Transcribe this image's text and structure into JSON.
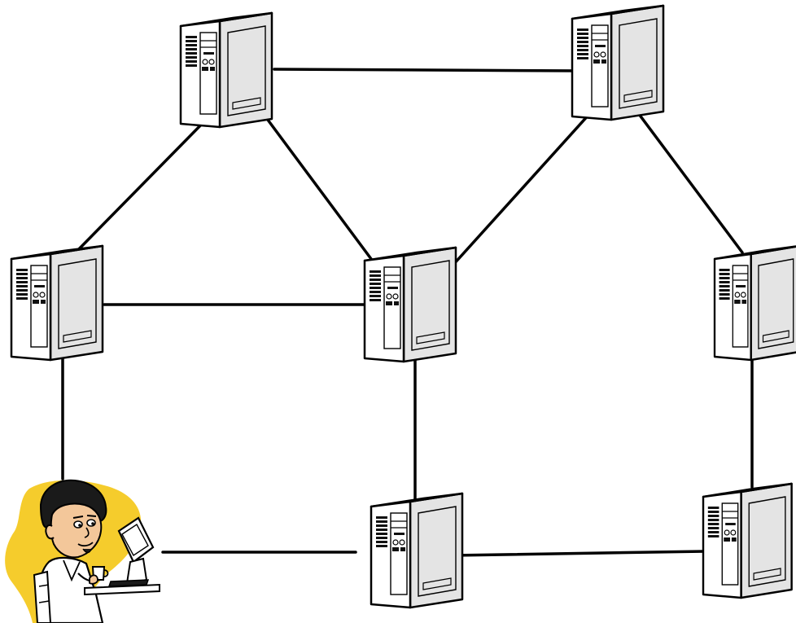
{
  "diagram": {
    "type": "network",
    "nodes": [
      {
        "id": "server-top-left",
        "kind": "server"
      },
      {
        "id": "server-top-right",
        "kind": "server"
      },
      {
        "id": "server-mid-left",
        "kind": "server"
      },
      {
        "id": "server-mid-center",
        "kind": "server"
      },
      {
        "id": "server-mid-right",
        "kind": "server"
      },
      {
        "id": "server-bottom-center",
        "kind": "server"
      },
      {
        "id": "server-bottom-right",
        "kind": "server"
      },
      {
        "id": "user-workstation",
        "kind": "user"
      }
    ],
    "edges": [
      [
        "server-top-left",
        "server-top-right"
      ],
      [
        "server-top-left",
        "server-mid-left"
      ],
      [
        "server-top-left",
        "server-mid-center"
      ],
      [
        "server-top-right",
        "server-mid-center"
      ],
      [
        "server-top-right",
        "server-mid-right"
      ],
      [
        "server-mid-left",
        "server-mid-center"
      ],
      [
        "server-mid-left",
        "user-workstation"
      ],
      [
        "server-mid-center",
        "server-bottom-center"
      ],
      [
        "server-mid-right",
        "server-bottom-right"
      ],
      [
        "user-workstation",
        "server-bottom-center"
      ],
      [
        "server-bottom-center",
        "server-bottom-right"
      ]
    ],
    "colors": {
      "line": "#000000",
      "server_front": "#ffffff",
      "server_side": "#e4e4e4",
      "accent_blob": "#f5cc2c",
      "skin": "#f3c79a",
      "hair": "#1a1a1a"
    },
    "icons": {
      "server": "server-tower-icon",
      "user": "person-at-computer-icon"
    }
  }
}
